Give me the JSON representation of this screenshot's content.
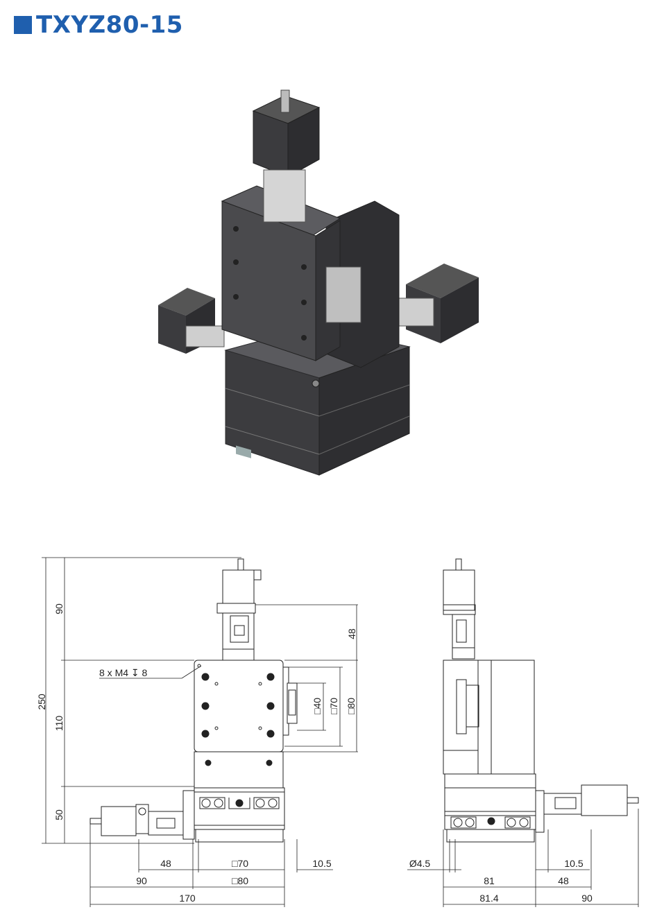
{
  "title": "TXYZ80-15",
  "colors": {
    "title_blue": "#1f5fae",
    "body_dark": "#3a3a3c",
    "body_mid": "#4a4a4d"
  },
  "front_view": {
    "callout": "8 x  M4 ↧ 8",
    "dims": {
      "total_height": "250",
      "top_motor": "90",
      "middle": "110",
      "bottom": "50",
      "right_48": "48",
      "sq40": "□40",
      "sq70": "□70",
      "sq80": "□80",
      "bottom_48": "48",
      "bottom_sq70": "□70",
      "bottom_10_5": "10.5",
      "bottom_90": "90",
      "bottom_sq80": "□80",
      "bottom_170": "170"
    }
  },
  "side_view": {
    "dims": {
      "phi": "Ø4.5",
      "d10_5": "10.5",
      "d81": "81",
      "d48": "48",
      "d81_4": "81.4",
      "d90": "90"
    }
  }
}
